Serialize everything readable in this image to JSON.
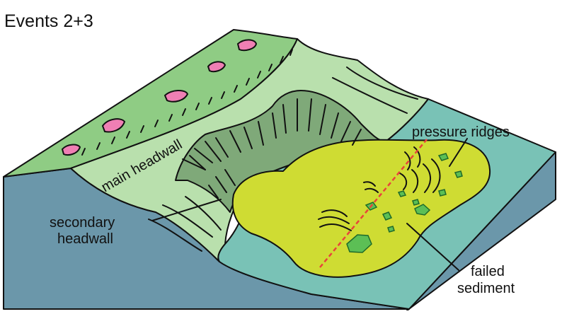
{
  "title": "Events 2+3",
  "labels": {
    "main_headwall": "main headwall",
    "secondary_headwall_line1": "secondary",
    "secondary_headwall_line2": "headwall",
    "pressure_ridges": "pressure ridges",
    "failed_sediment_line1": "failed",
    "failed_sediment_line2": "sediment"
  },
  "colors": {
    "block_side": "#6b97aa",
    "upper_slope": "#8fcc84",
    "terrace": "#b9e0ad",
    "scarp": "#7fa979",
    "seafloor": "#79c2b6",
    "failed_sediment": "#cfdc33",
    "blocks": "#5cbf55",
    "pink_patches": "#ef7fb4",
    "fault_line": "#e8443a",
    "outline": "#111111"
  }
}
